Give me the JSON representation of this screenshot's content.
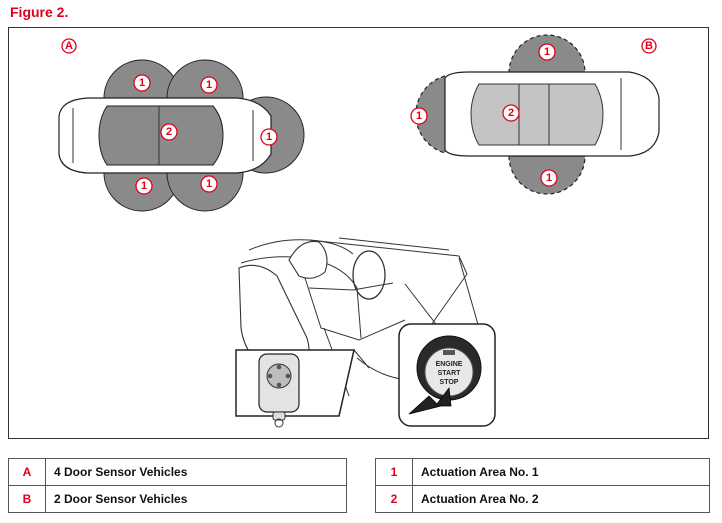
{
  "figure_title": "Figure 2.",
  "markers": {
    "a": "A",
    "b": "B",
    "one": "1",
    "two": "2"
  },
  "button_text": {
    "line1": "ENGINE",
    "line2": "START",
    "line3": "STOP"
  },
  "colors": {
    "accent": "#e0001b",
    "zone_dark": "#7a7a7a",
    "zone_light": "#b5b5b5"
  },
  "legend_left": [
    {
      "key": "A",
      "label": "4 Door Sensor Vehicles"
    },
    {
      "key": "B",
      "label": "2 Door Sensor Vehicles"
    }
  ],
  "legend_right": [
    {
      "key": "1",
      "label": "Actuation Area No. 1"
    },
    {
      "key": "2",
      "label": "Actuation Area No. 2"
    }
  ]
}
